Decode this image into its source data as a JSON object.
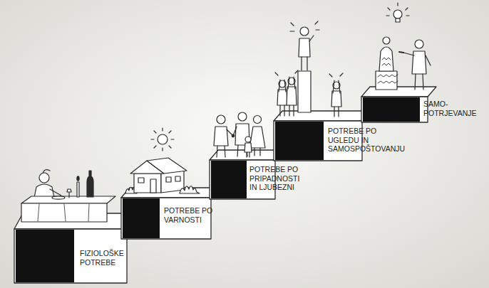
{
  "diagram": {
    "nodes": [
      {
        "text": [
          "FIZIOLOŠKE POTREBE"
        ]
      },
      {
        "text": [
          "POTREBE PO VARNOSTI"
        ]
      },
      {
        "text": [
          "POTREBE PO PRIPADNOSTI IN LJUBEZNI"
        ]
      },
      {
        "text": [
          "POTREBE PO UGLEDU IN SAMOSPOŠTOVANJU"
        ]
      },
      {
        "text": [
          "SAMO- POTRJEVANJE"
        ]
      }
    ]
  }
}
